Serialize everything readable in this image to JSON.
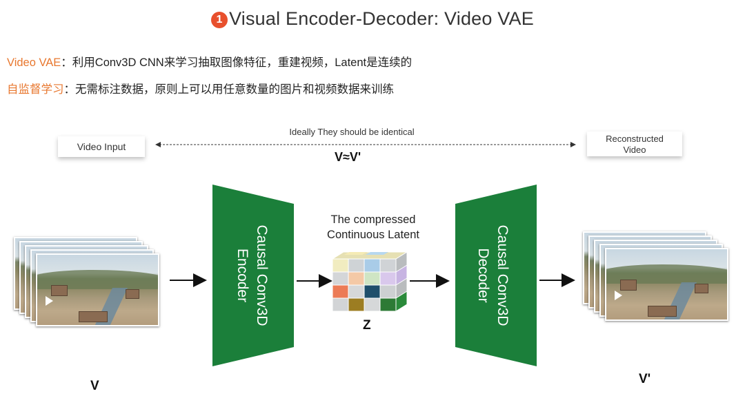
{
  "title": {
    "num": "1",
    "text": "Visual Encoder-Decoder: Video VAE"
  },
  "lines": [
    {
      "key": "Video VAE",
      "sep": "：",
      "text": "利用Conv3D CNN来学习抽取图像特征，重建视频，Latent是连续的"
    },
    {
      "key": "自监督学习",
      "sep": "：",
      "text": "无需标注数据，原则上可以用任意数量的图片和视频数据来训练"
    }
  ],
  "input_label": "Video Input",
  "output_label": [
    "Reconstructed",
    "Video"
  ],
  "identical_note": "Ideally They should be identical",
  "approx": "V≈V'",
  "encoder": {
    "lines": [
      "Causal Conv3D",
      "Encoder"
    ],
    "color": "#1b7f3a"
  },
  "decoder": {
    "lines": [
      "Causal Conv3D",
      "Decoder"
    ],
    "color": "#1b7f3a"
  },
  "latent_caption": [
    "The compressed",
    "Continuous Latent"
  ],
  "z_label": "Z",
  "v_label": "V",
  "v_prime_label": "V'",
  "colors": {
    "accent": "#e8772e",
    "badge": "#e8502d",
    "block": "#1b7f3a"
  }
}
